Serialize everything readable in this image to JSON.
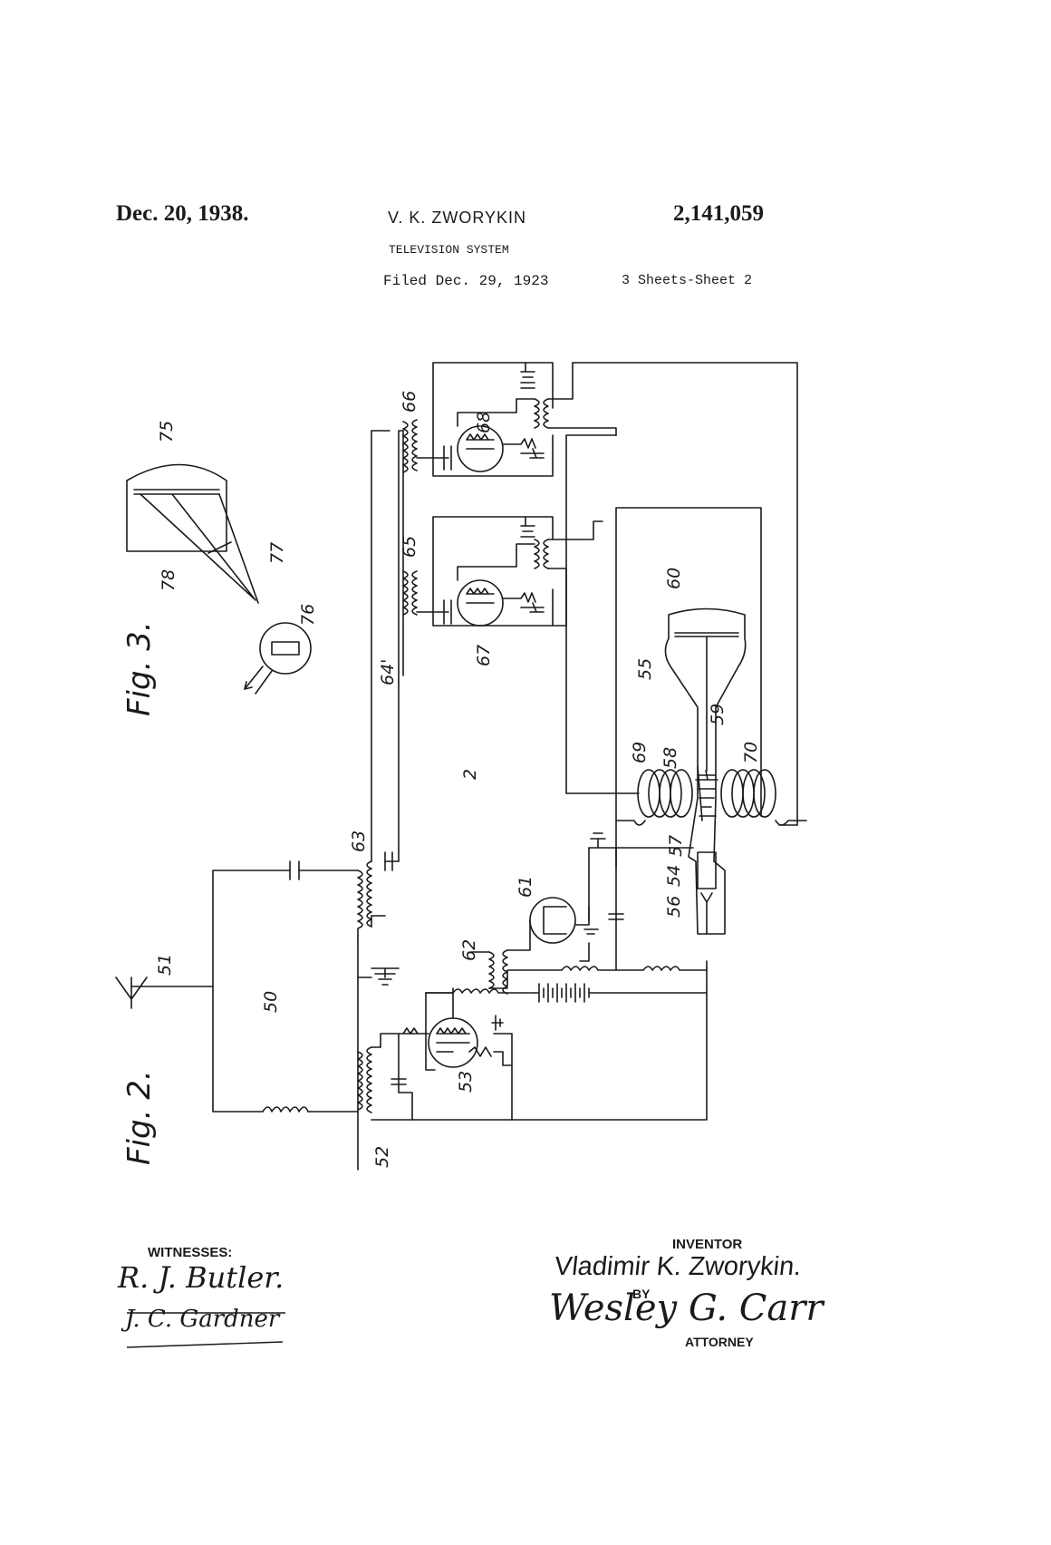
{
  "header": {
    "date": "Dec. 20, 1938.",
    "inventor": "V. K. ZWORYKIN",
    "patent_number": "2,141,059",
    "title": "TELEVISION SYSTEM",
    "filed": "Filed Dec. 29, 1923",
    "sheet": "3 Sheets-Sheet 2"
  },
  "figures": {
    "fig2_label": "Fig. 2.",
    "fig3_label": "Fig. 3."
  },
  "references": {
    "r50": "50",
    "r51": "51",
    "r52": "52",
    "r53": "53",
    "r54": "54",
    "r55": "55",
    "r56": "56",
    "r57": "57",
    "r58": "58",
    "r59": "59",
    "r60": "60",
    "r61": "61",
    "r62": "62",
    "r63": "63",
    "r64": "64'",
    "r65": "65",
    "r66": "66",
    "r67": "67",
    "r68": "68",
    "r69": "69",
    "r70": "70",
    "r75": "75",
    "r76": "76",
    "r77": "77",
    "r78": "78",
    "r2": "2"
  },
  "signatures": {
    "witnesses_label": "WITNESSES:",
    "witness_1": "R. J. Butler.",
    "witness_2": "J. C. Gardner",
    "inventor_label": "INVENTOR",
    "inventor_name": "Vladimir K. Zworykin.",
    "by_label": "BY",
    "attorney_signature": "Wesley G. Carr",
    "attorney_label": "ATTORNEY"
  }
}
